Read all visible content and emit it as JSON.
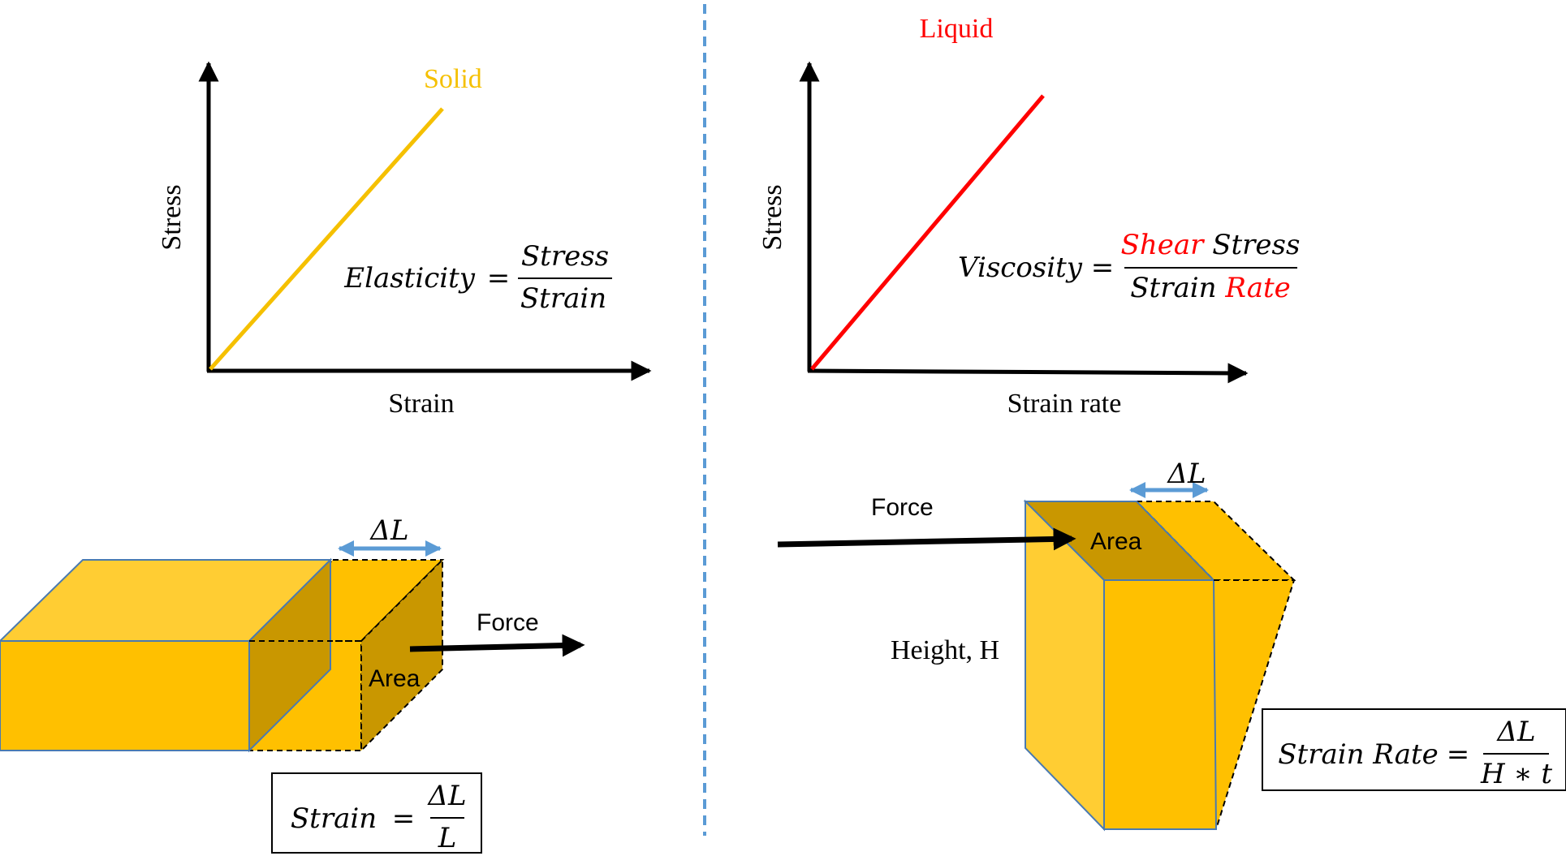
{
  "left_panel": {
    "graph": {
      "curve_label": "Solid",
      "y_axis_label": "Stress",
      "x_axis_label": "Strain",
      "equation": {
        "lhs": "Elasticity",
        "equals": "=",
        "numerator": "Stress",
        "denominator": "Strain"
      }
    },
    "block": {
      "delta_label": "ΔL",
      "force_label": "Force",
      "area_label": "Area"
    },
    "formula_box": {
      "lhs": "Strain",
      "equals": "=",
      "numerator": "ΔL",
      "denominator": "L"
    }
  },
  "right_panel": {
    "graph": {
      "curve_label": "Liquid",
      "y_axis_label": "Stress",
      "x_axis_label": "Strain rate",
      "equation": {
        "lhs": "Viscosity",
        "equals": "=",
        "numerator_part1": "Shear",
        "numerator_part2": "Stress",
        "denominator_part1": "Strain",
        "denominator_part2": "Rate"
      }
    },
    "block": {
      "delta_label": "ΔL",
      "force_label": "Force",
      "area_label": "Area",
      "height_label": "Height, H"
    },
    "formula_box": {
      "lhs": "Strain Rate",
      "equals": "=",
      "numerator": "ΔL",
      "denominator": "H ∗ t"
    }
  },
  "colors": {
    "solid": "#f5c000",
    "liquid": "#ff0000",
    "divider": "#5b9bd5",
    "block_front": "#ffc000",
    "block_top": "#ffcd33",
    "block_side": "#c99700",
    "edge": "#4a7ab0",
    "dimension_arrow": "#5b9bd5"
  }
}
